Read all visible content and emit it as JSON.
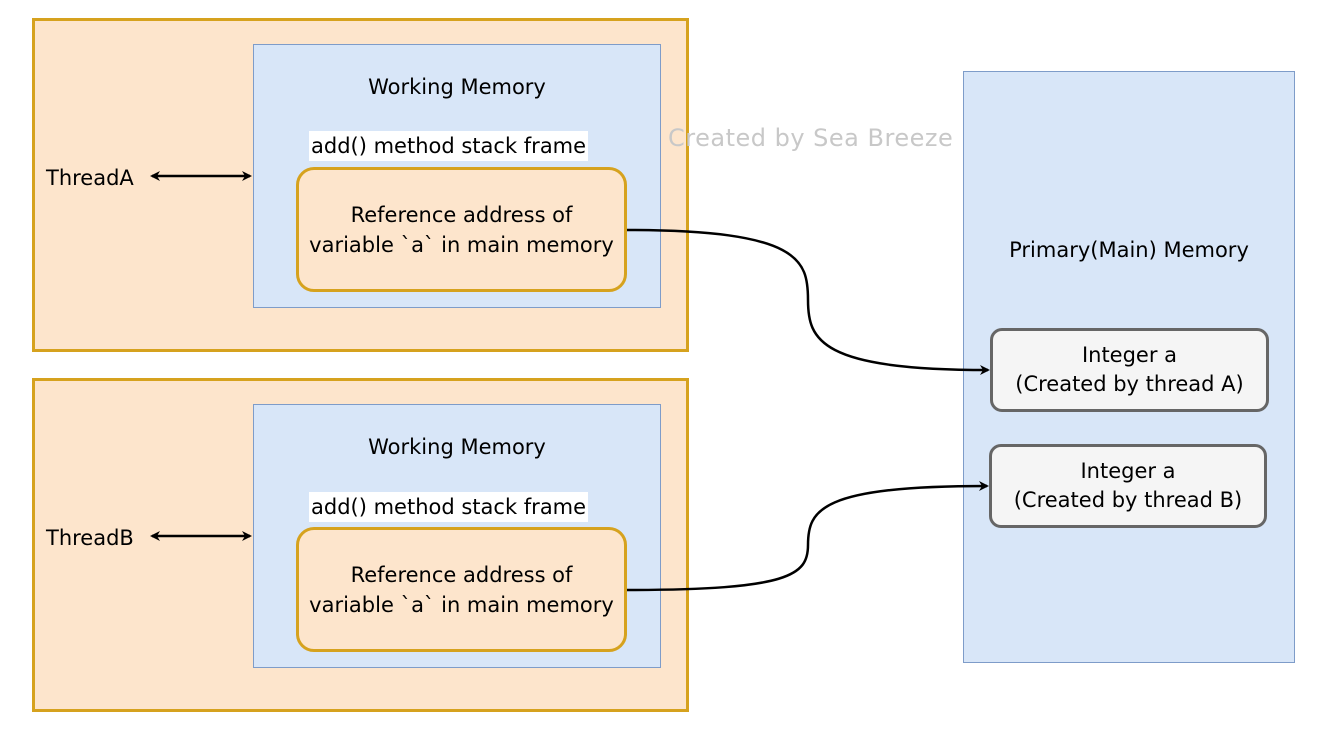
{
  "watermark": "Created by Sea Breeze",
  "threads": [
    {
      "name": "ThreadA",
      "working_memory": "Working Memory",
      "stack_frame": "add() method stack frame",
      "reference": "Reference address of\nvariable `a` in main memory"
    },
    {
      "name": "ThreadB",
      "working_memory": "Working Memory",
      "stack_frame": "add() method stack frame",
      "reference": "Reference address of\nvariable `a` in main memory"
    }
  ],
  "main_memory": {
    "title": "Primary(Main) Memory",
    "objects": [
      {
        "label": "Integer a\n(Created by thread A)"
      },
      {
        "label": "Integer a\n(Created by thread B)"
      }
    ]
  },
  "colors": {
    "thread_fill": "#fde5cc",
    "thread_border": "#d6a21e",
    "memory_fill": "#d8e6f8",
    "memory_border": "#7e9cc9",
    "object_fill": "#f5f5f5",
    "object_border": "#666666",
    "watermark": "#c8c8c8"
  }
}
